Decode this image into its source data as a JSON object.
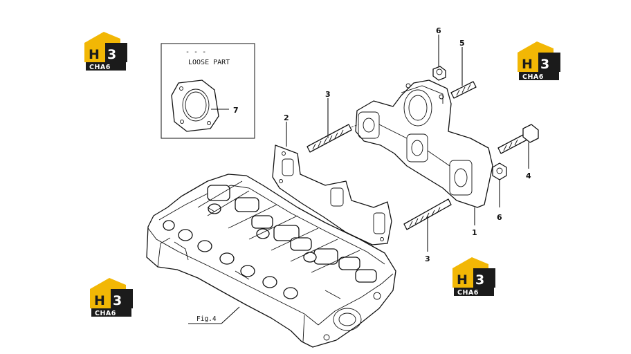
{
  "diagram": {
    "loose_part_label": "LOOSE PART",
    "figure_label": "Fig.4",
    "callouts": [
      {
        "id": "c6a",
        "text": "6"
      },
      {
        "id": "c5",
        "text": "5"
      },
      {
        "id": "c3a",
        "text": "3"
      },
      {
        "id": "c2",
        "text": "2"
      },
      {
        "id": "c7",
        "text": "7"
      },
      {
        "id": "c4",
        "text": "4"
      },
      {
        "id": "c6b",
        "text": "6"
      },
      {
        "id": "c1",
        "text": "1"
      },
      {
        "id": "c3b",
        "text": "3"
      }
    ]
  },
  "watermark": {
    "letters_dark": "H",
    "letters_light": "3",
    "word": "CHA6",
    "colors": {
      "roof": "#f2b705",
      "dark": "#1b1b1b",
      "light": "#ffffff"
    }
  }
}
